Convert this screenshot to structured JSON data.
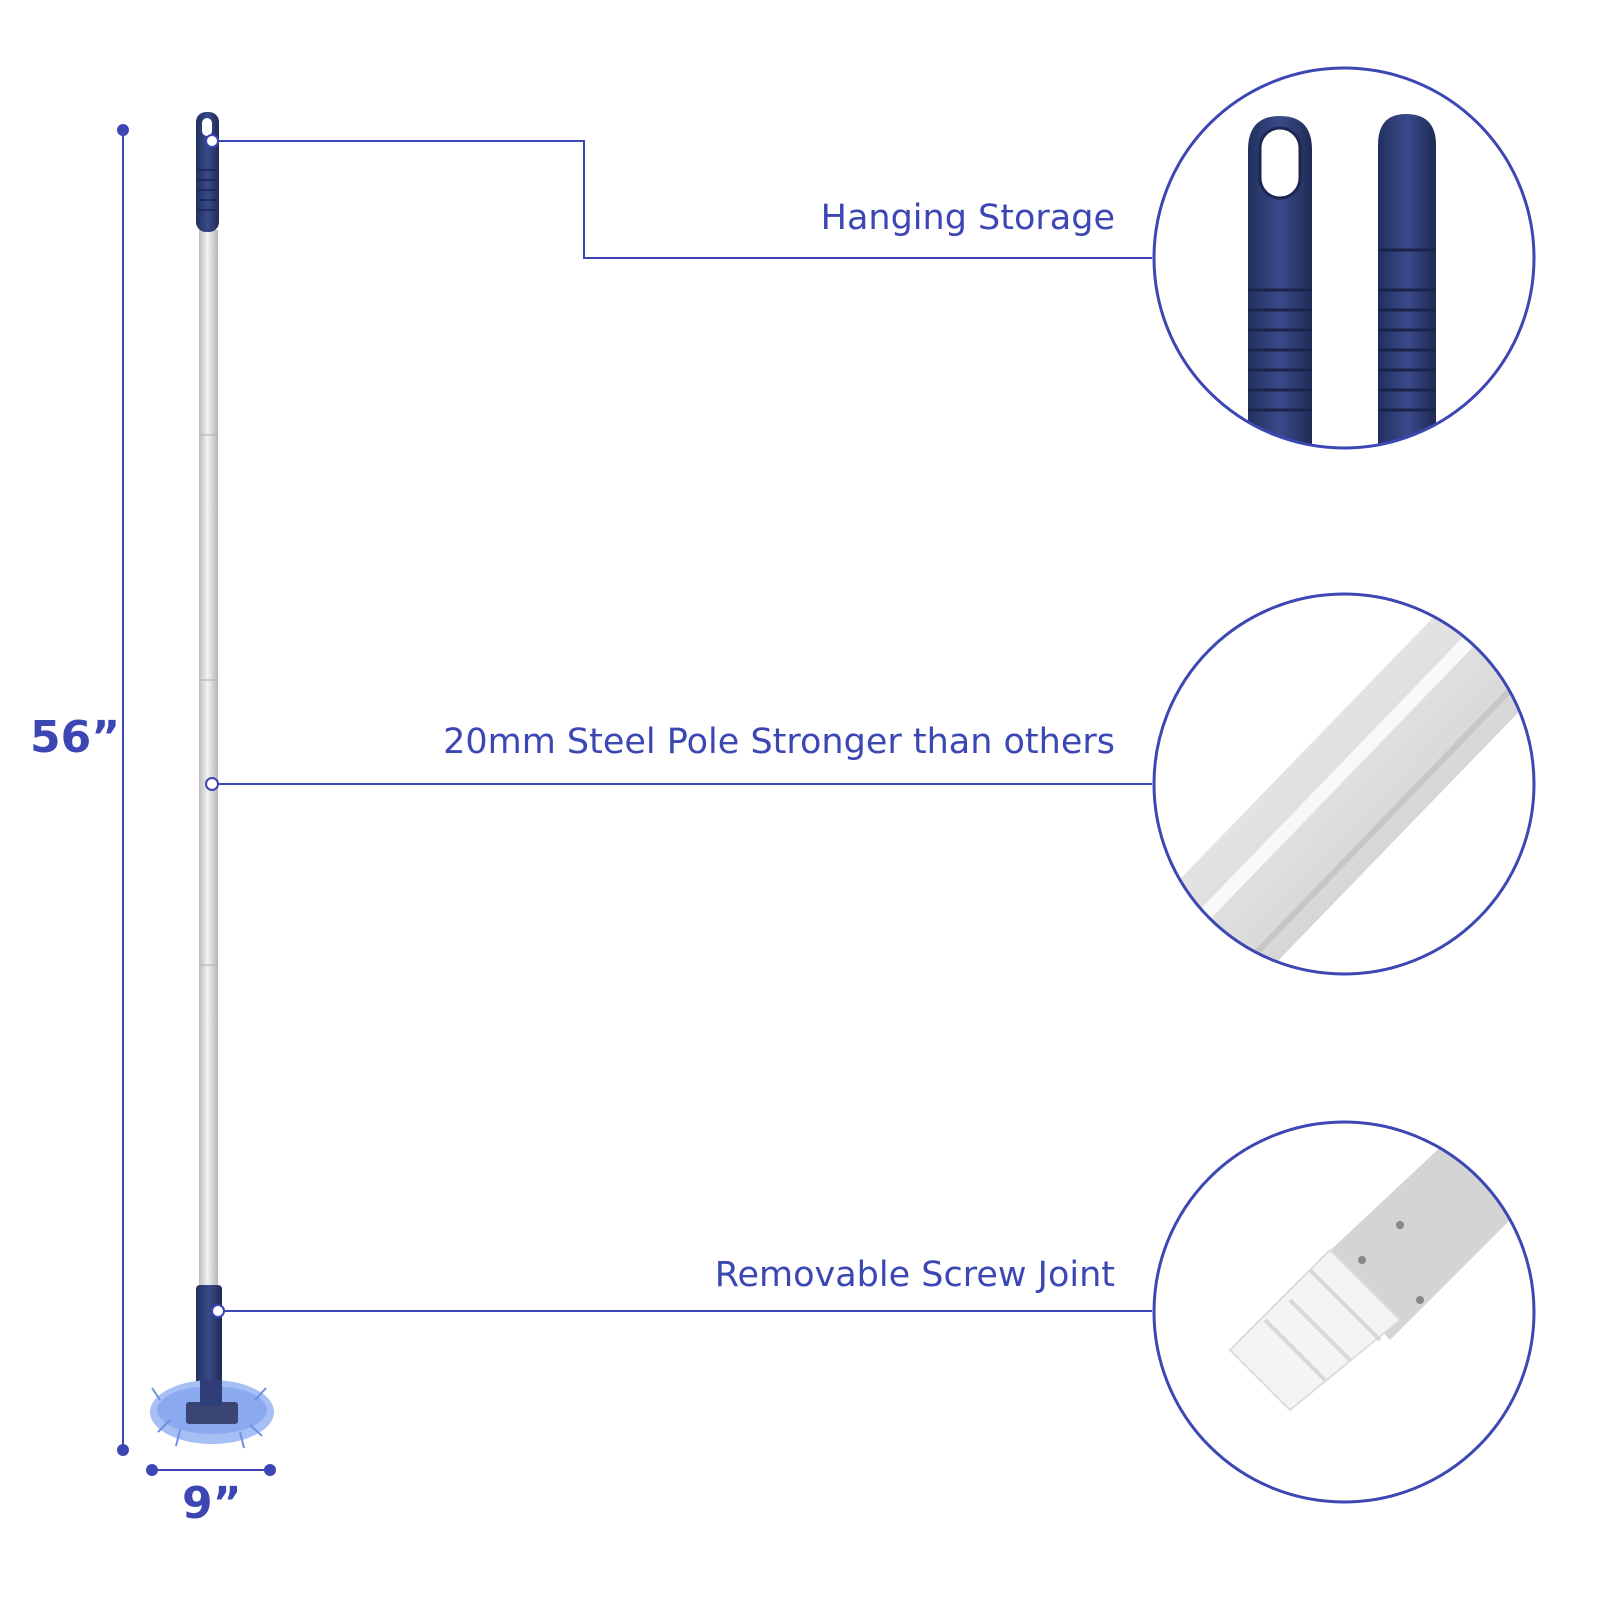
{
  "colors": {
    "accent": "#3d47b4",
    "handle": "#2f3e78",
    "pole": "#d9d9d9",
    "bristle": "#9fb8f2"
  },
  "dimensions": {
    "height_label": "56”",
    "width_label": "9”"
  },
  "callouts": [
    {
      "label": "Hanging Storage",
      "icon": "hang-hole-handle-icon"
    },
    {
      "label": "20mm Steel Pole Stronger than others",
      "icon": "steel-pole-icon"
    },
    {
      "label": "Removable Screw Joint",
      "icon": "screw-joint-icon"
    }
  ]
}
